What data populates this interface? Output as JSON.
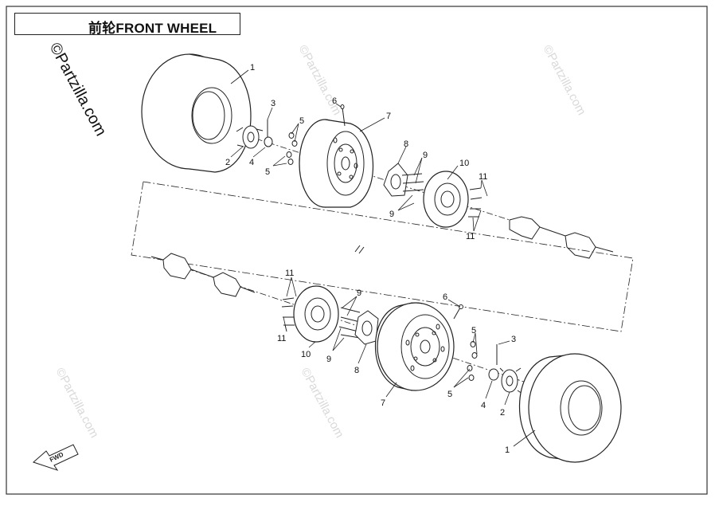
{
  "title": "前轮FRONT WHEEL",
  "watermarks": {
    "main": "©Partzilla.com",
    "faint": "©Partzilla.com"
  },
  "fwd_arrow_label": "FWD",
  "callouts": {
    "upper": [
      "1",
      "3",
      "6",
      "5",
      "7",
      "8",
      "9",
      "10",
      "11",
      "2",
      "4",
      "5",
      "9",
      "11"
    ],
    "lower": [
      "11",
      "9",
      "6",
      "3",
      "5",
      "10",
      "9",
      "8",
      "7",
      "5",
      "4",
      "2",
      "11",
      "1"
    ]
  }
}
